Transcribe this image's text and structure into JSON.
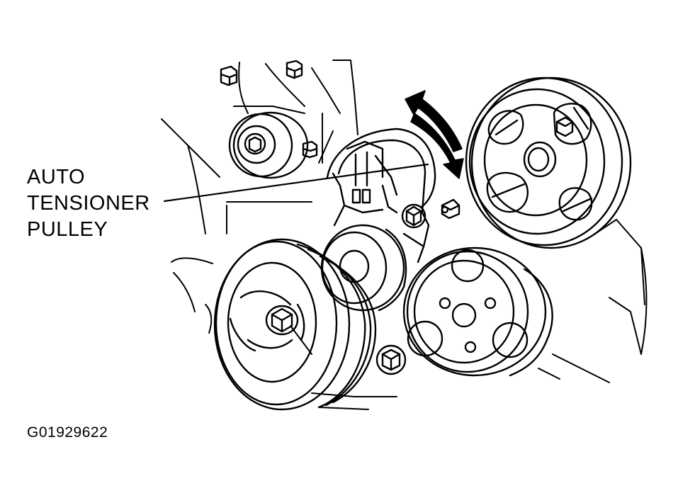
{
  "callout": {
    "line1": "AUTO",
    "line2": "TENSIONER",
    "line3": "PULLEY"
  },
  "figure_id": "G01929622",
  "colors": {
    "ink": "#000000",
    "paper": "#ffffff"
  }
}
